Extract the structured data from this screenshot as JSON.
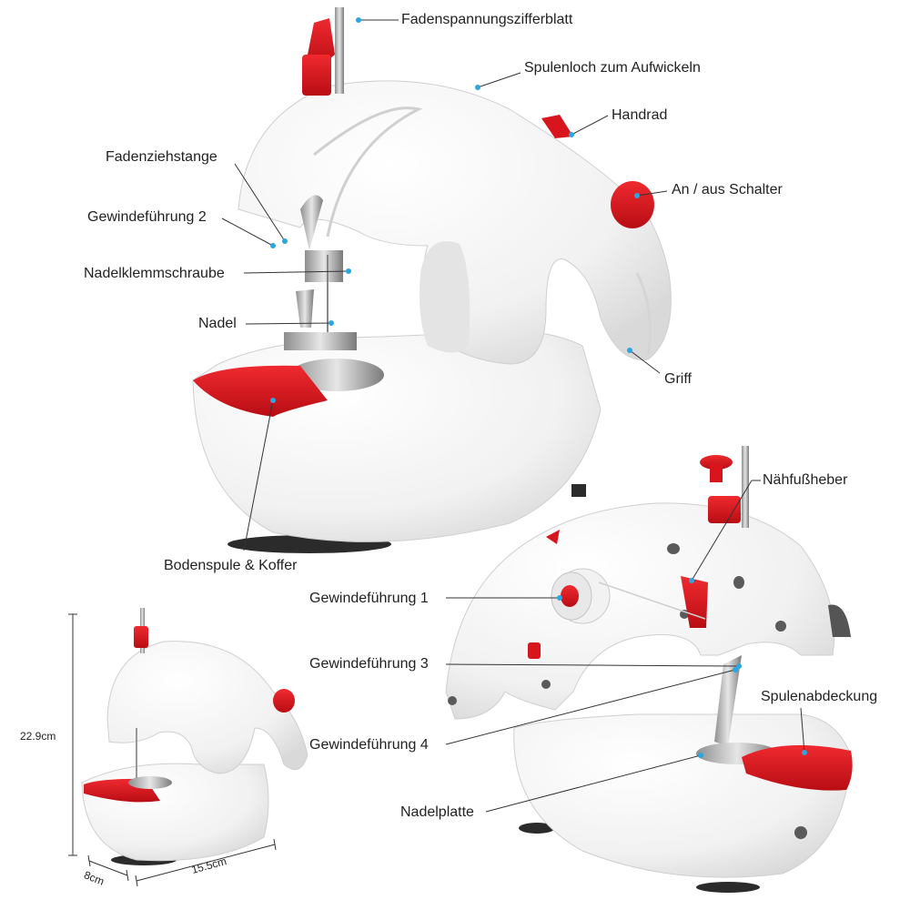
{
  "labels": {
    "fadenspannung": "Fadenspannungszifferblatt",
    "spulenloch": "Spulenloch zum Aufwickeln",
    "handrad": "Handrad",
    "fadenziehstange": "Fadenziehstange",
    "an_aus": "An / aus Schalter",
    "gewindefuehrung2": "Gewindeführung 2",
    "nadelklemmschraube": "Nadelklemmschraube",
    "nadel": "Nadel",
    "griff": "Griff",
    "naehfussheber": "Nähfußheber",
    "bodenspule": "Bodenspule & Koffer",
    "gewindefuehrung1": "Gewindeführung 1",
    "gewindefuehrung3": "Gewindeführung 3",
    "spulenabdeckung": "Spulenabdeckung",
    "gewindefuehrung4": "Gewindeführung 4",
    "nadelplatte": "Nadelplatte"
  },
  "dimensions": {
    "height": "22.9cm",
    "depth": "8cm",
    "width": "15.5cm"
  },
  "colors": {
    "body": "#f7f7f7",
    "accent": "#d8141c",
    "marker": "#2aa7e0",
    "leader": "#333333"
  }
}
